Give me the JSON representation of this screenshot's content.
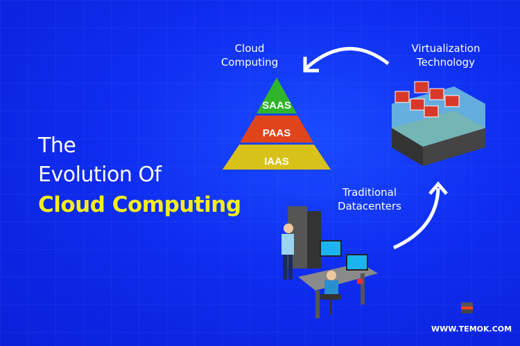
{
  "heading": {
    "line1": "The",
    "line2": "Evolution Of",
    "line3": "Cloud Computing"
  },
  "labels": {
    "cloud": "Cloud\nComputing",
    "virtualization": "Virtualization\nTechnology",
    "datacenters": "Traditional\nDatacenters"
  },
  "pyramid": {
    "tiers": [
      "SAAS",
      "PAAS",
      "IAAS"
    ],
    "colors": [
      "#2fb52a",
      "#e0441a",
      "#d8c21a"
    ]
  },
  "footer": {
    "url": "WWW.TEMOK.COM"
  },
  "colors": {
    "background": "#0f2df0",
    "highlight": "#f4ef1b"
  }
}
